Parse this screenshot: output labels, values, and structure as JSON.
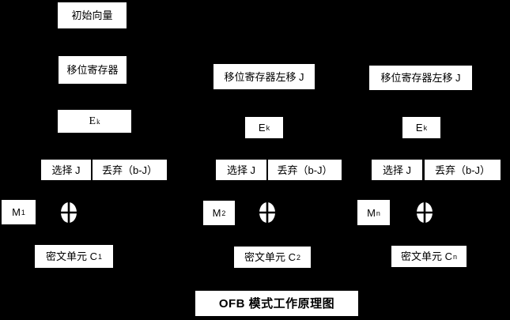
{
  "diagram": {
    "title": "OFB 模式工作原理图",
    "columns": [
      {
        "initial_vector": "初始向量",
        "shift_register": "移位寄存器",
        "cipher": {
          "main": "E",
          "sub": "k"
        },
        "select": "选择 J",
        "discard": "丢弃（b-J）",
        "message": {
          "main": "M",
          "sub": "1"
        },
        "ciphertext": {
          "main": "密文单元 C",
          "sub": "1"
        }
      },
      {
        "shift_register": "移位寄存器左移 J",
        "cipher": {
          "main": "E",
          "sub": "k"
        },
        "select": "选择 J",
        "discard": "丢弃（b-J）",
        "message": {
          "main": "M",
          "sub": "2"
        },
        "ciphertext": {
          "main": "密文单元 C",
          "sub": "2"
        }
      },
      {
        "shift_register": "移位寄存器左移 J",
        "cipher": {
          "main": "E",
          "sub": "k"
        },
        "select": "选择 J",
        "discard": "丢弃（b-J）",
        "message": {
          "main": "M",
          "sub": "n"
        },
        "ciphertext": {
          "main": "密文单元 C",
          "sub": "n"
        }
      }
    ],
    "icons": {
      "xor": "⊕"
    },
    "colors": {
      "background": "#000000",
      "box_background": "#ffffff",
      "box_text": "#000000"
    }
  }
}
